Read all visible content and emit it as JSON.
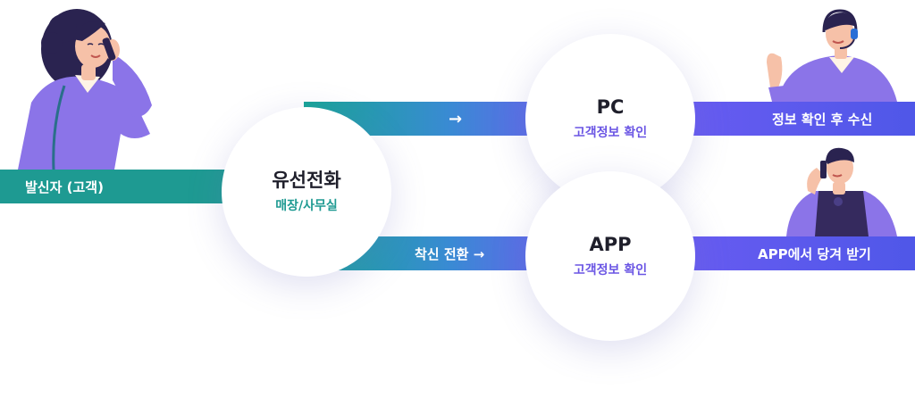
{
  "caller_band": {
    "label": "발신자 (고객)"
  },
  "center_node": {
    "title": "유선전화",
    "subtitle": "매장/사무실"
  },
  "pc_node": {
    "title": "PC",
    "subtitle": "고객정보 확인"
  },
  "app_node": {
    "title": "APP",
    "subtitle": "고객정보 확인"
  },
  "top_flow": {
    "arrow": "→"
  },
  "bottom_flow": {
    "label": "착신 전환 →"
  },
  "pc_result": {
    "label": "정보 확인 후 수신"
  },
  "app_result": {
    "label": "APP에서 당겨 받기"
  },
  "colors": {
    "teal": "#1e9a92",
    "purple": "#6a5cf2",
    "dark_purple": "#3b2e6e",
    "skin": "#f6c1a8"
  },
  "icons": [
    "caller-woman-illustration",
    "agent-headset-illustration",
    "man-phone-illustration",
    "arrow-right-icon"
  ]
}
